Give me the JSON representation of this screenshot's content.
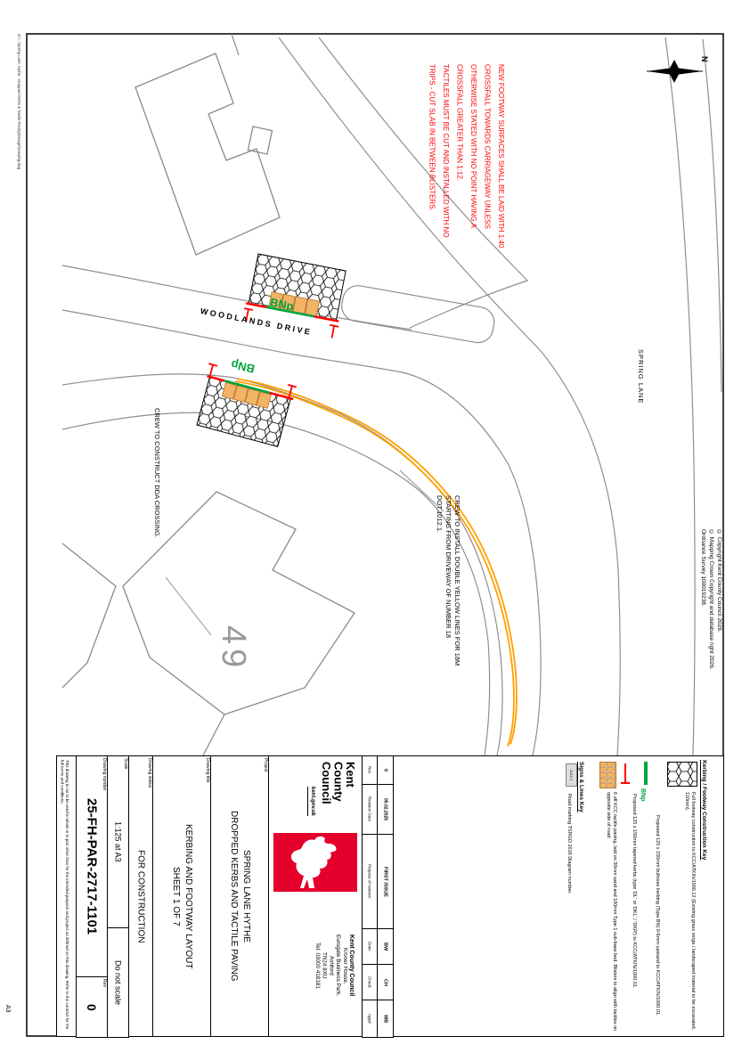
{
  "page": {
    "sheet_size": "A3",
    "plot_stamp": "G:\\...\\Spring Lane, Hythe - Dropped Kerbs & Tactile Paving\\Design\\Drawing.dwg"
  },
  "map": {
    "north_label": "N",
    "streets": {
      "woodlands": "WOODLANDS DRIVE",
      "spring": "SPRING LANE"
    },
    "house_number": "49",
    "labels": {
      "bnp": "BNp"
    },
    "notes": {
      "footway": "NEW FOOTWAY SURFACES SHALL BE LAID WITH 1:40\nCROSSFALL TOWARDS CARRIAGEWAY UNLESS\nOTHERWISE STATED WITH NO POINT HAVING A\nCROSSFALL GREATER THAN 1:12.\nTACTILES MUST BE CUT AND INSTALLED WITH NO\nTRIPS - CUT SLAB IN BETWEEN BLISTERS.",
      "dda": "CREW TO CONSTRUCT DDA CROSSING.",
      "dyl": "CREW TO INSTALL DOUBLE YELLOW LINES FOR 18M\nSTARTING FROM DRIVEWAY OF NUMBER 18\nDOT.1012.1."
    },
    "copyright": "© Copyright Kent County Council 2026.\n© Mapping Crown Copyright and database right 2026.\nOrdnance Survey 100019238.",
    "colors": {
      "kerb_green": "#00A33C",
      "kerb_red": "#FF0000",
      "tactile": "#F2B366",
      "yellow_line": "#FFA000",
      "map_gray": "#8F8F8F",
      "note_red": "#FF0000",
      "logo_red": "#E4002B"
    }
  },
  "title_block": {
    "disclaimer": "This drawing is not to be used in whole or in part other than for the intended purpose and project as defined on this drawing. Refer to the contract for the full terms and conditions.",
    "drawing_number": {
      "label": "Drawing number",
      "value": "25-FH-PAR-2717-1101"
    },
    "revision": {
      "label": "Rev",
      "value": "0"
    },
    "scale": {
      "label": "Scale",
      "value": "1:125 at A3",
      "note": "Do not scale"
    },
    "status": {
      "label": "Drawing status",
      "value": "FOR CONSTRUCTION"
    },
    "drawing_title": {
      "label": "Drawing title",
      "line1": "KERBING AND FOOTWAY LAYOUT",
      "line2": "SHEET 1 OF 7"
    },
    "project": {
      "label": "Project",
      "line1": "SPRING LANE HYTHE",
      "line2": "DROPPED KERBS AND TACTILE PAVING"
    },
    "logo": {
      "line1": "Kent",
      "line2": "County",
      "line3": "Council",
      "url": "kent.gov.uk"
    },
    "address": {
      "name": "Kent County Council",
      "lines": [
        "Kroner House,",
        "Eurogate Business Park,",
        "Ashford",
        "TN24 8XU",
        "Tel: 03000 418181"
      ]
    },
    "revision_table": {
      "headers": [
        "Rev",
        "Revision Date",
        "Purpose of revision",
        "Drwn",
        "Check",
        "Appd"
      ],
      "values": [
        "0",
        "05.02.2025",
        "FIRST ISSUE",
        "BW",
        "CH",
        "WB"
      ]
    }
  },
  "key": {
    "kerb_title": "Kerbing / Footway Construction Key",
    "items": {
      "footway": "Full footway construction to KCC/ATKIN/1000.12 (Existing grass verge / landscaped material to be excavated, 110mm).",
      "bullnose_label": "BNp",
      "bullnose": "Proposed 125 x 150mm bullnose kerbing (Type BN) 0-6mm upstand to KCC/ATKIN/1000.01.",
      "tapered": "Proposed 125 x 150mm tapered kerbs (type 'DL' or 'DKL' / 'DKR') to KCC/ATKIN/1000.01.",
      "tactile": "6 off KCC tactile paving, laid on 30mm sand and 100mm Type 1 sub-base bed. Blisters to align with tactiles on opposite side of road."
    },
    "signs_title": "Signs & Lines Key",
    "road_marking": {
      "swatch": "1012.1",
      "caption": "Road marking TSRGD 2016 Diagram number."
    }
  }
}
